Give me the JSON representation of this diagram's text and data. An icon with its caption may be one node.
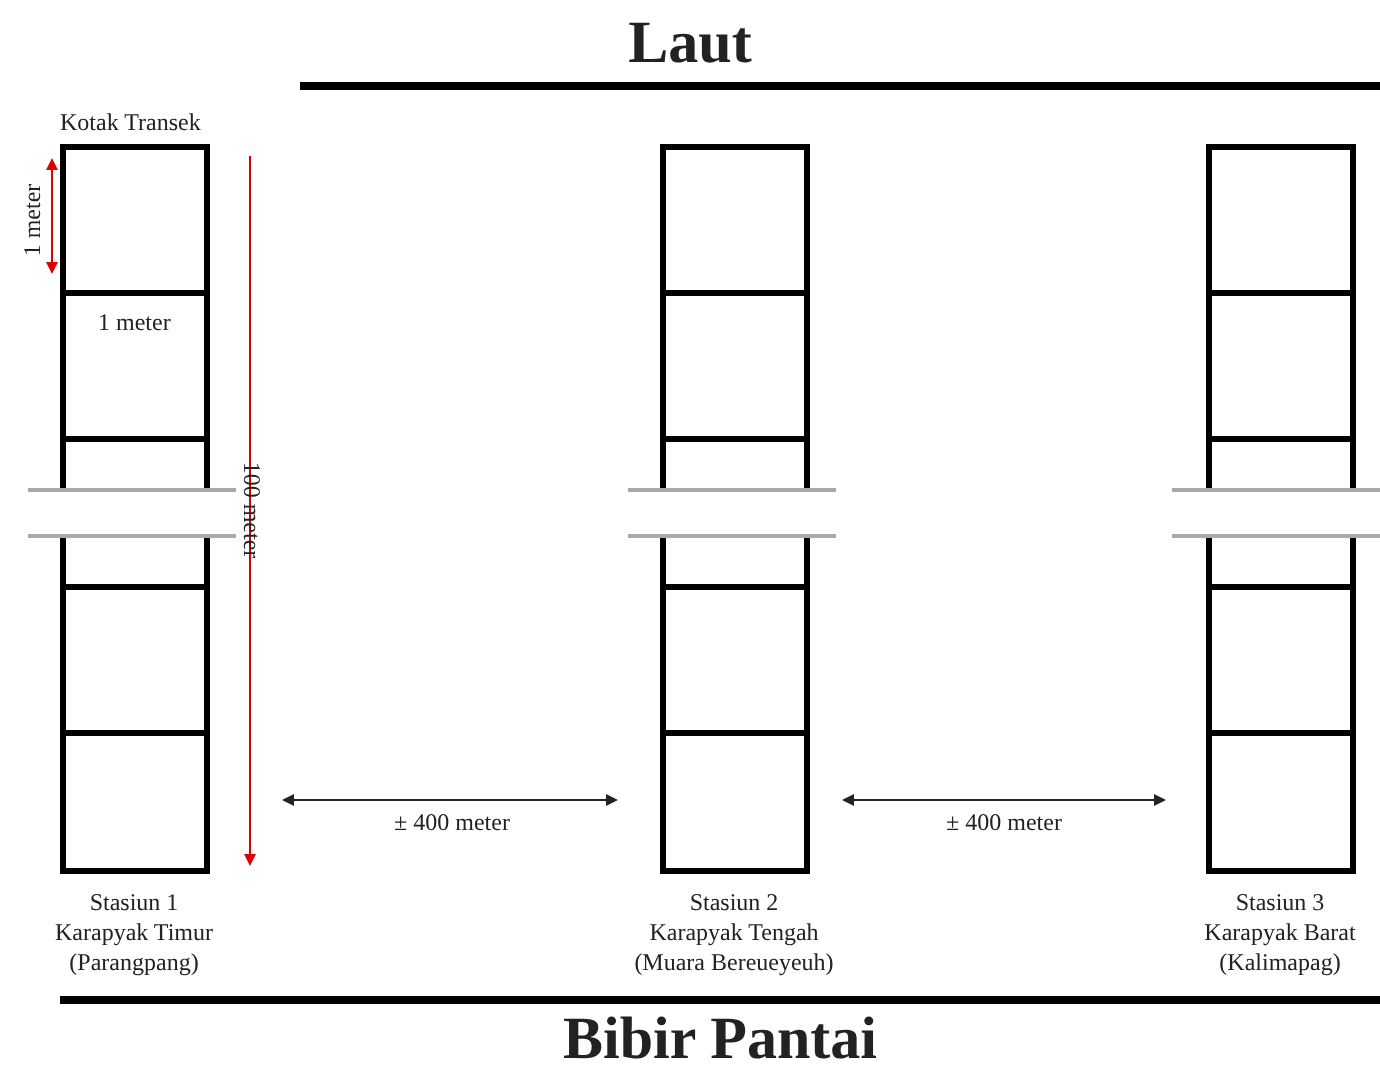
{
  "diagram": {
    "nodes": [
      {
        "text": [],
        "shape": "box",
        "beside": [
          "Kotak Transek"
        ]
      },
      {
        "text": [],
        "shape": "box"
      },
      {
        "text": [],
        "shape": "box"
      },
      {
        "text": [],
        "shape": "box"
      },
      {
        "text": [],
        "shape": "box"
      },
      {
        "text": [],
        "shape": "box"
      },
      {
        "text": [],
        "shape": "box"
      },
      {
        "text": [],
        "shape": "box"
      },
      {
        "text": [],
        "shape": "box"
      },
      {
        "text": [],
        "shape": "box"
      },
      {
        "text": [],
        "shape": "box"
      },
      {
        "text": [],
        "shape": "box"
      },
      {
        "text": [],
        "shape": "box"
      },
      {
        "text": [],
        "shape": "box"
      },
      {
        "text": [],
        "shape": "box"
      }
    ],
    "labels": [
      "Laut",
      "1 meter",
      "1 meter",
      "100 meter",
      "± 400 meter",
      "± 400 meter",
      "Stasiun 1",
      "Karapyak Timur",
      "(Parangpang)",
      "Stasiun 2",
      "Karapyak Tengah",
      "(Muara Bereueyeuh)",
      "Stasiun 3",
      "Karapyak Barat",
      "(Kalimapag)",
      "Bibir Pantai"
    ]
  }
}
